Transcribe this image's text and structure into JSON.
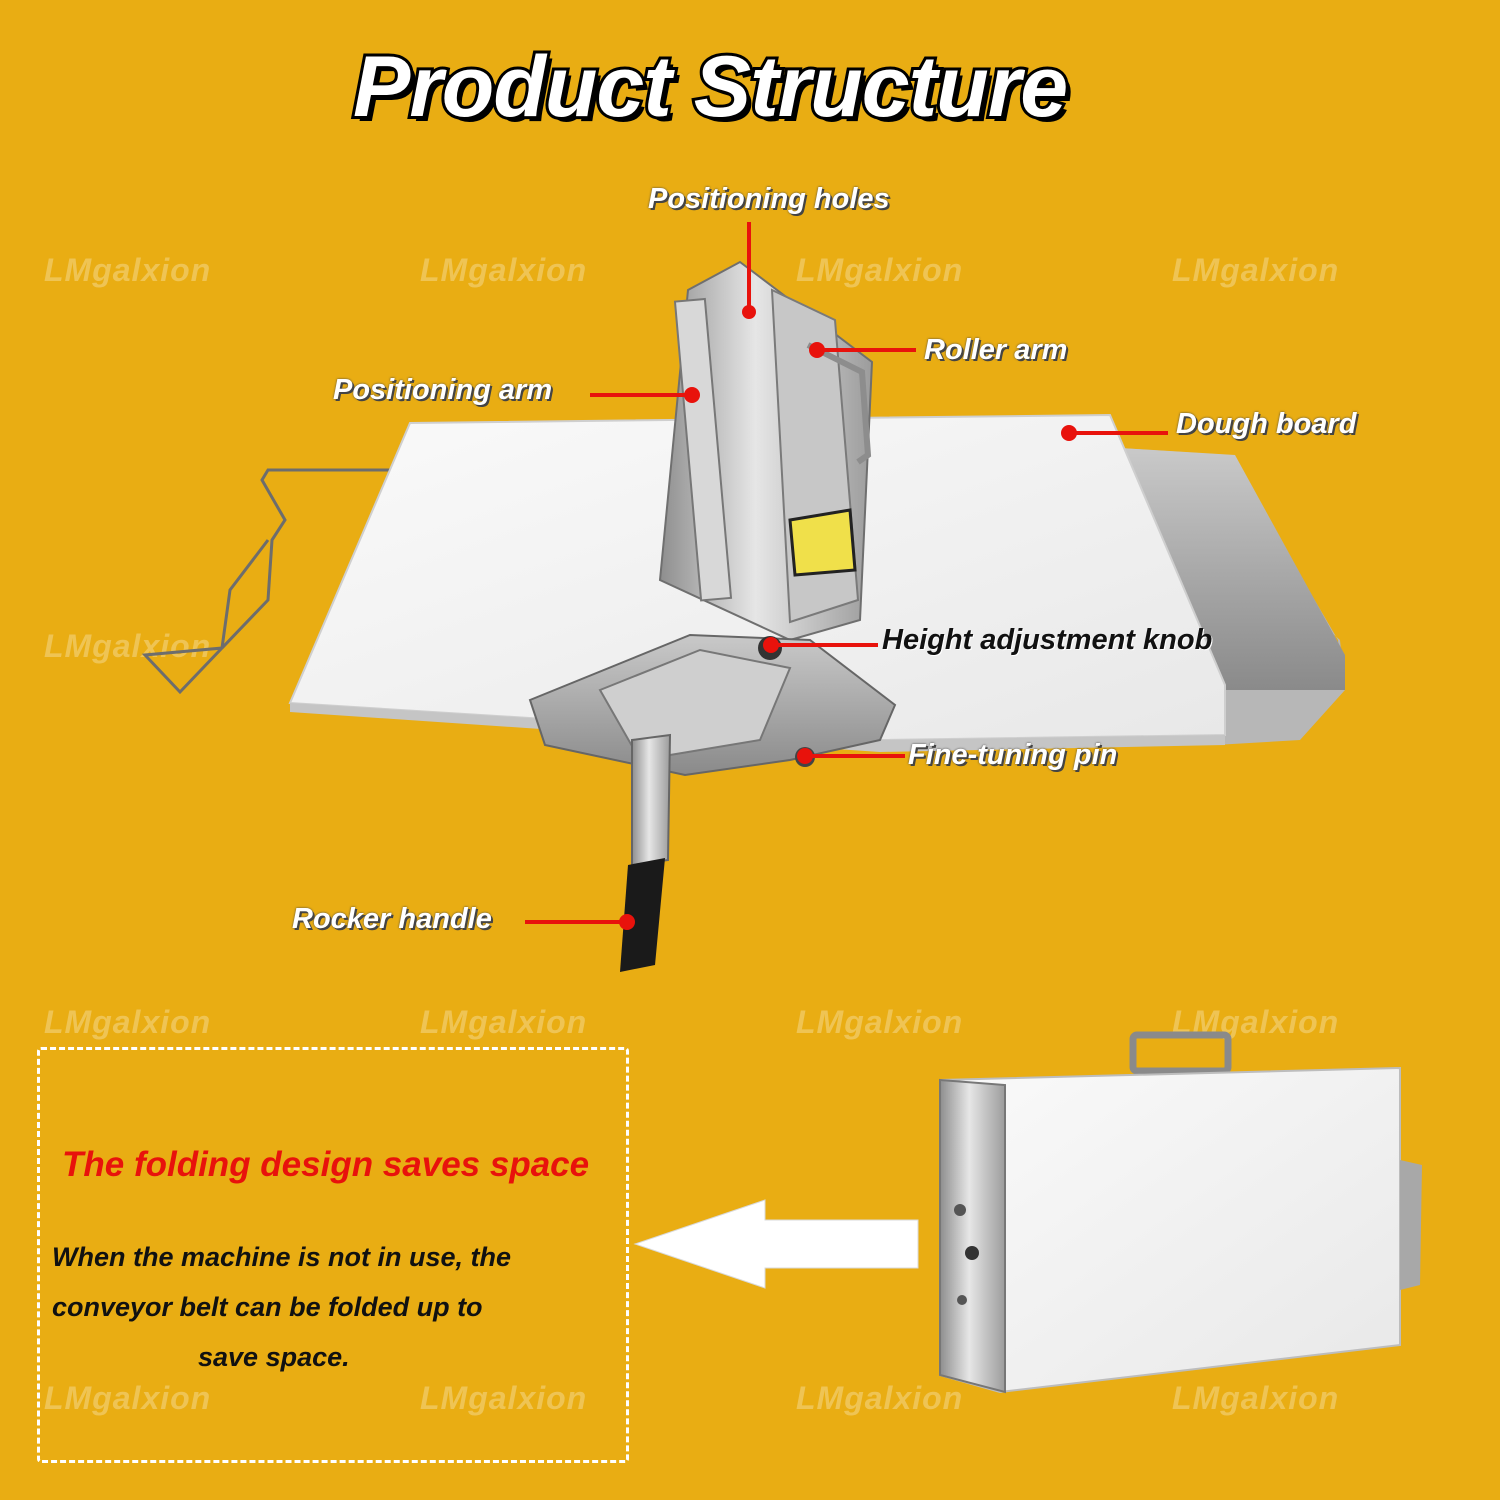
{
  "title": "Product Structure",
  "watermark": "LMgalxion",
  "callouts": {
    "positioning_holes": "Positioning holes",
    "roller_arm": "Roller arm",
    "positioning_arm": "Positioning arm",
    "dough_board": "Dough board",
    "height_adjustment_knob": "Height adjustment knob",
    "fine_tuning_pin": "Fine-tuning pin",
    "rocker_handle": "Rocker handle"
  },
  "folding": {
    "headline": "The folding design saves space",
    "line1": "When the machine is not in use, the",
    "line2": "conveyor belt can be folded up to",
    "line3": "save space."
  },
  "colors": {
    "background": "#E9AD13",
    "pointer": "#E8120C",
    "headline": "#E8120C"
  }
}
